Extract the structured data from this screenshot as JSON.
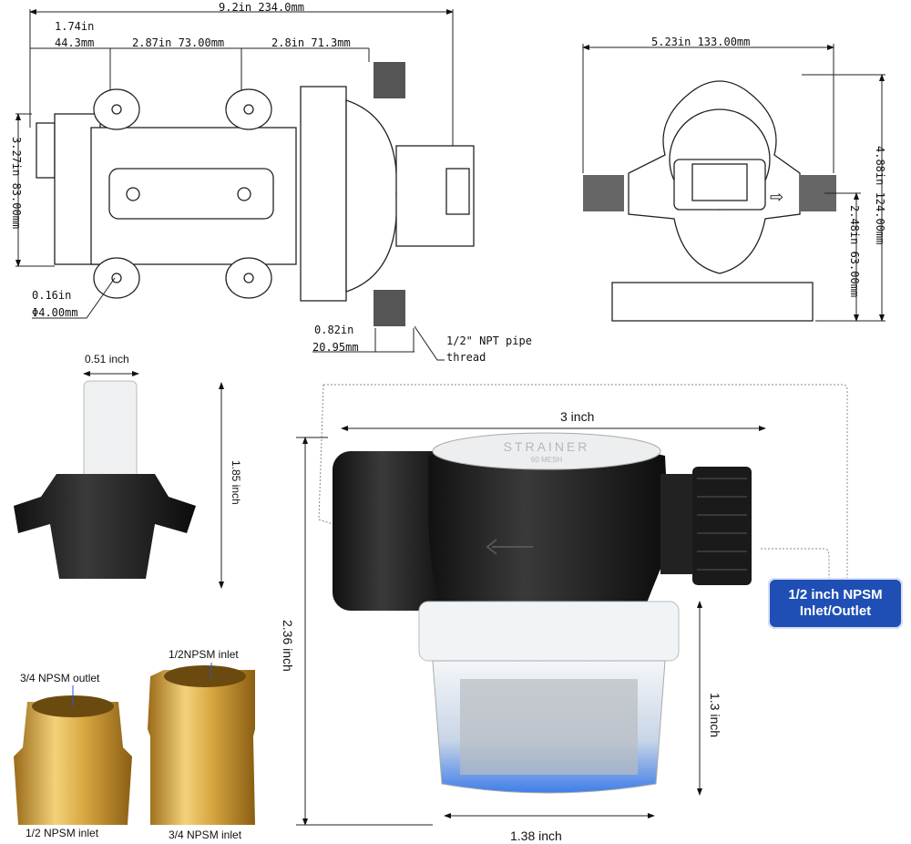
{
  "pump_side_view": {
    "overall_length": "9.2in 234.0mm",
    "offset_in": "1.74in",
    "offset_mm": "44.3mm",
    "mount_spacing": "2.87in 73.00mm",
    "head_length": "2.8in 71.3mm",
    "height": "3.27in 83.00mm",
    "hole_in": "0.16in",
    "hole_mm": "Φ4.00mm",
    "port_in": "0.82in",
    "port_mm": "20.95mm",
    "thread_line1": "1/2\" NPT pipe",
    "thread_line2": "thread"
  },
  "pump_front_view": {
    "width": "5.23in 133.00mm",
    "height": "4.88in 124.00mm",
    "port_height": "2.48in 63.00mm"
  },
  "hose_barb": {
    "width": "0.51 inch",
    "height": "1.85 inch"
  },
  "brass_fittings": {
    "left_top": "3/4 NPSM outlet",
    "left_bottom": "1/2 NPSM inlet",
    "right_top": "1/2NPSM inlet",
    "right_bottom": "3/4 NPSM inlet"
  },
  "strainer": {
    "cap_text": "STRAINER",
    "cap_subtext": "60 MESH",
    "width": "3 inch",
    "height": "2.36 inch",
    "bowl_height": "1.3 inch",
    "bowl_width": "1.38 inch",
    "badge_line1": "1/2 inch NPSM",
    "badge_line2": "Inlet/Outlet",
    "badge_color": "#1f4fb5"
  }
}
